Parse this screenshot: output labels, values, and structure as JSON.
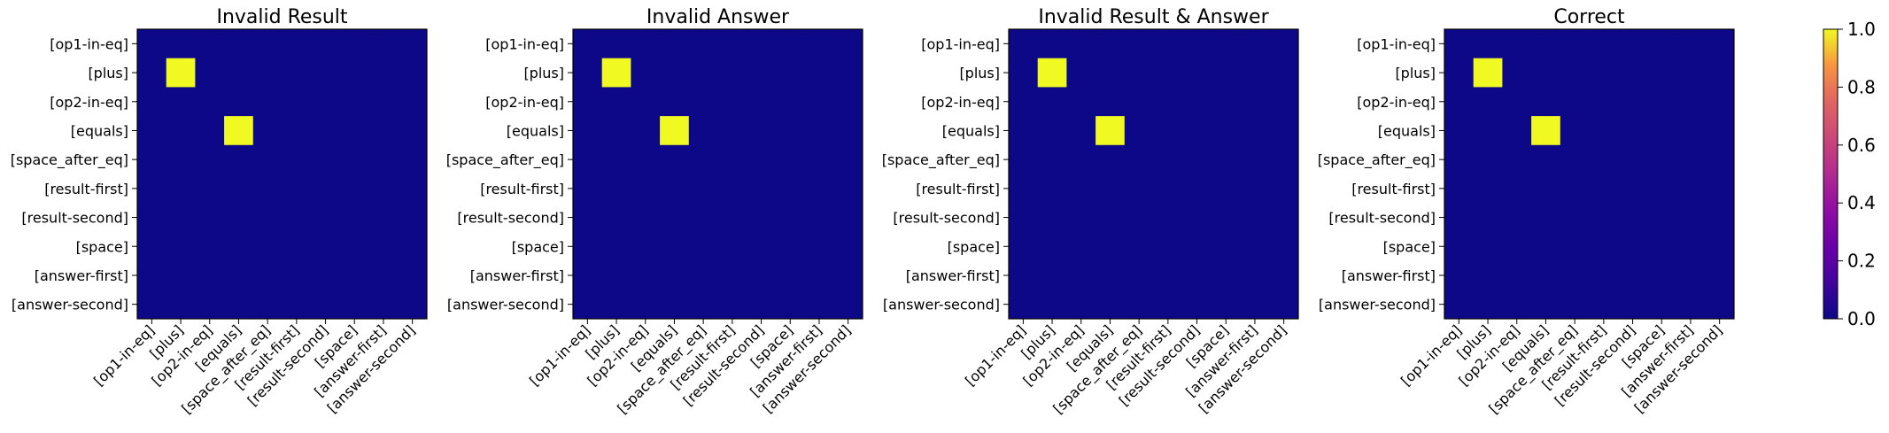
{
  "chart_data": [
    {
      "type": "heatmap",
      "title": "Invalid Result",
      "x_labels": [
        "[op1-in-eq]",
        "[plus]",
        "[op2-in-eq]",
        "[equals]",
        "[space_after_eq]",
        "[result-first]",
        "[result-second]",
        "[space]",
        "[answer-first]",
        "[answer-second]"
      ],
      "y_labels": [
        "[op1-in-eq]",
        "[plus]",
        "[op2-in-eq]",
        "[equals]",
        "[space_after_eq]",
        "[result-first]",
        "[result-second]",
        "[space]",
        "[answer-first]",
        "[answer-second]"
      ],
      "values": [
        [
          0,
          0,
          0,
          0,
          0,
          0,
          0,
          0,
          0,
          0
        ],
        [
          0,
          1,
          0,
          0,
          0,
          0,
          0,
          0,
          0,
          0
        ],
        [
          0,
          0,
          0,
          0,
          0,
          0,
          0,
          0,
          0,
          0
        ],
        [
          0,
          0,
          0,
          1,
          0,
          0,
          0,
          0,
          0,
          0
        ],
        [
          0,
          0,
          0,
          0,
          0,
          0,
          0,
          0,
          0,
          0
        ],
        [
          0,
          0,
          0,
          0,
          0,
          0,
          0,
          0,
          0,
          0
        ],
        [
          0,
          0,
          0,
          0,
          0,
          0,
          0,
          0,
          0,
          0
        ],
        [
          0,
          0,
          0,
          0,
          0,
          0,
          0,
          0,
          0,
          0
        ],
        [
          0,
          0,
          0,
          0,
          0,
          0,
          0,
          0,
          0,
          0
        ],
        [
          0,
          0,
          0,
          0,
          0,
          0,
          0,
          0,
          0,
          0
        ]
      ]
    },
    {
      "type": "heatmap",
      "title": "Invalid Answer",
      "x_labels": [
        "[op1-in-eq]",
        "[plus]",
        "[op2-in-eq]",
        "[equals]",
        "[space_after_eq]",
        "[result-first]",
        "[result-second]",
        "[space]",
        "[answer-first]",
        "[answer-second]"
      ],
      "y_labels": [
        "[op1-in-eq]",
        "[plus]",
        "[op2-in-eq]",
        "[equals]",
        "[space_after_eq]",
        "[result-first]",
        "[result-second]",
        "[space]",
        "[answer-first]",
        "[answer-second]"
      ],
      "values": [
        [
          0,
          0,
          0,
          0,
          0,
          0,
          0,
          0,
          0,
          0
        ],
        [
          0,
          1,
          0,
          0,
          0,
          0,
          0,
          0,
          0,
          0
        ],
        [
          0,
          0,
          0,
          0,
          0,
          0,
          0,
          0,
          0,
          0
        ],
        [
          0,
          0,
          0,
          1,
          0,
          0,
          0,
          0,
          0,
          0
        ],
        [
          0,
          0,
          0,
          0,
          0,
          0,
          0,
          0,
          0,
          0
        ],
        [
          0,
          0,
          0,
          0,
          0,
          0,
          0,
          0,
          0,
          0
        ],
        [
          0,
          0,
          0,
          0,
          0,
          0,
          0,
          0,
          0,
          0
        ],
        [
          0,
          0,
          0,
          0,
          0,
          0,
          0,
          0,
          0,
          0
        ],
        [
          0,
          0,
          0,
          0,
          0,
          0,
          0,
          0,
          0,
          0
        ],
        [
          0,
          0,
          0,
          0,
          0,
          0,
          0,
          0,
          0,
          0
        ]
      ]
    },
    {
      "type": "heatmap",
      "title": "Invalid Result & Answer",
      "x_labels": [
        "[op1-in-eq]",
        "[plus]",
        "[op2-in-eq]",
        "[equals]",
        "[space_after_eq]",
        "[result-first]",
        "[result-second]",
        "[space]",
        "[answer-first]",
        "[answer-second]"
      ],
      "y_labels": [
        "[op1-in-eq]",
        "[plus]",
        "[op2-in-eq]",
        "[equals]",
        "[space_after_eq]",
        "[result-first]",
        "[result-second]",
        "[space]",
        "[answer-first]",
        "[answer-second]"
      ],
      "values": [
        [
          0,
          0,
          0,
          0,
          0,
          0,
          0,
          0,
          0,
          0
        ],
        [
          0,
          1,
          0,
          0,
          0,
          0,
          0,
          0,
          0,
          0
        ],
        [
          0,
          0,
          0,
          0,
          0,
          0,
          0,
          0,
          0,
          0
        ],
        [
          0,
          0,
          0,
          1,
          0,
          0,
          0,
          0,
          0,
          0
        ],
        [
          0,
          0,
          0,
          0,
          0,
          0,
          0,
          0,
          0,
          0
        ],
        [
          0,
          0,
          0,
          0,
          0,
          0,
          0,
          0,
          0,
          0
        ],
        [
          0,
          0,
          0,
          0,
          0,
          0,
          0,
          0,
          0,
          0
        ],
        [
          0,
          0,
          0,
          0,
          0,
          0,
          0,
          0,
          0,
          0
        ],
        [
          0,
          0,
          0,
          0,
          0,
          0,
          0,
          0,
          0,
          0
        ],
        [
          0,
          0,
          0,
          0,
          0,
          0,
          0,
          0,
          0,
          0
        ]
      ]
    },
    {
      "type": "heatmap",
      "title": "Correct",
      "x_labels": [
        "[op1-in-eq]",
        "[plus]",
        "[op2-in-eq]",
        "[equals]",
        "[space_after_eq]",
        "[result-first]",
        "[result-second]",
        "[space]",
        "[answer-first]",
        "[answer-second]"
      ],
      "y_labels": [
        "[op1-in-eq]",
        "[plus]",
        "[op2-in-eq]",
        "[equals]",
        "[space_after_eq]",
        "[result-first]",
        "[result-second]",
        "[space]",
        "[answer-first]",
        "[answer-second]"
      ],
      "values": [
        [
          0,
          0,
          0,
          0,
          0,
          0,
          0,
          0,
          0,
          0
        ],
        [
          0,
          1,
          0,
          0,
          0,
          0,
          0,
          0,
          0,
          0
        ],
        [
          0,
          0,
          0,
          0,
          0,
          0,
          0,
          0,
          0,
          0
        ],
        [
          0,
          0,
          0,
          1,
          0,
          0,
          0,
          0,
          0,
          0
        ],
        [
          0,
          0,
          0,
          0,
          0,
          0,
          0,
          0,
          0,
          0
        ],
        [
          0,
          0,
          0,
          0,
          0,
          0,
          0,
          0,
          0,
          0
        ],
        [
          0,
          0,
          0,
          0,
          0,
          0,
          0,
          0,
          0,
          0
        ],
        [
          0,
          0,
          0,
          0,
          0,
          0,
          0,
          0,
          0,
          0
        ],
        [
          0,
          0,
          0,
          0,
          0,
          0,
          0,
          0,
          0,
          0
        ],
        [
          0,
          0,
          0,
          0,
          0,
          0,
          0,
          0,
          0,
          0
        ]
      ]
    }
  ],
  "colorbar": {
    "colormap": "plasma",
    "range": [
      0.0,
      1.0
    ],
    "ticks": [
      0.0,
      0.2,
      0.4,
      0.6,
      0.8,
      1.0
    ],
    "tick_labels": [
      "0.0",
      "0.2",
      "0.4",
      "0.6",
      "0.8",
      "1.0"
    ],
    "low_color": "#0d0887",
    "high_color": "#f0f921"
  }
}
